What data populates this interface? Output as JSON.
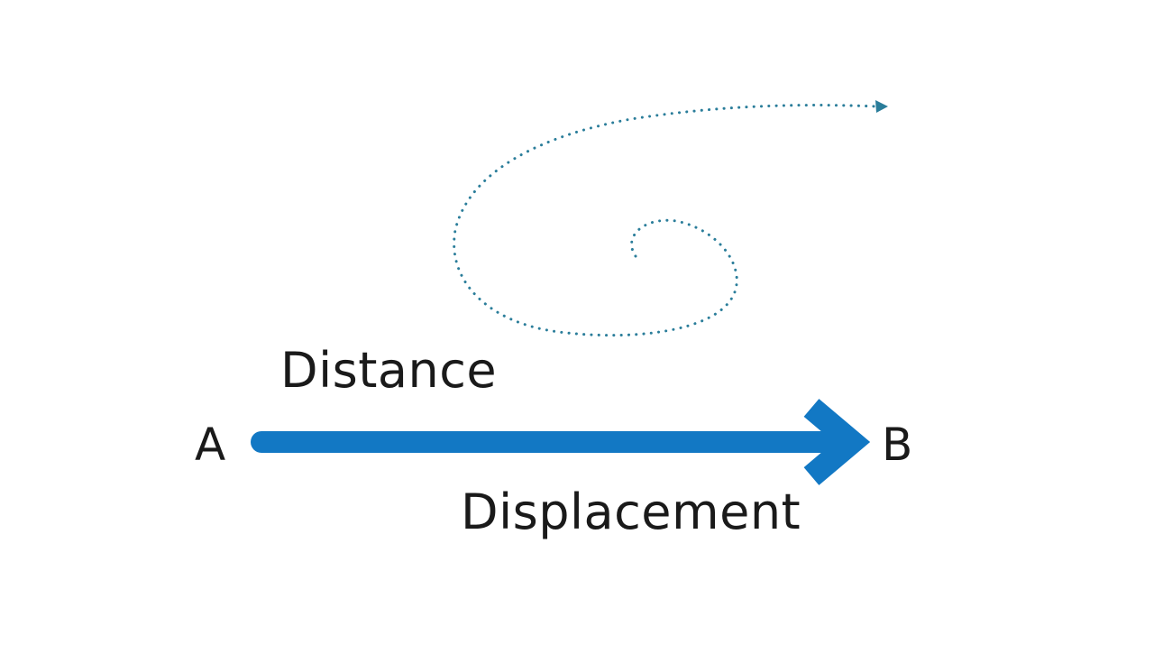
{
  "labels": {
    "point_a": "A",
    "point_b": "B",
    "distance": "Distance",
    "displacement": "Displacement"
  },
  "colors": {
    "displacement_arrow": "#1278c4",
    "distance_path": "#2a7d9a",
    "text": "#1a1a1a",
    "background": "#ffffff"
  },
  "icons": {
    "displacement_arrow": "straight-arrow",
    "distance_path": "dotted-spiral-arrow"
  }
}
